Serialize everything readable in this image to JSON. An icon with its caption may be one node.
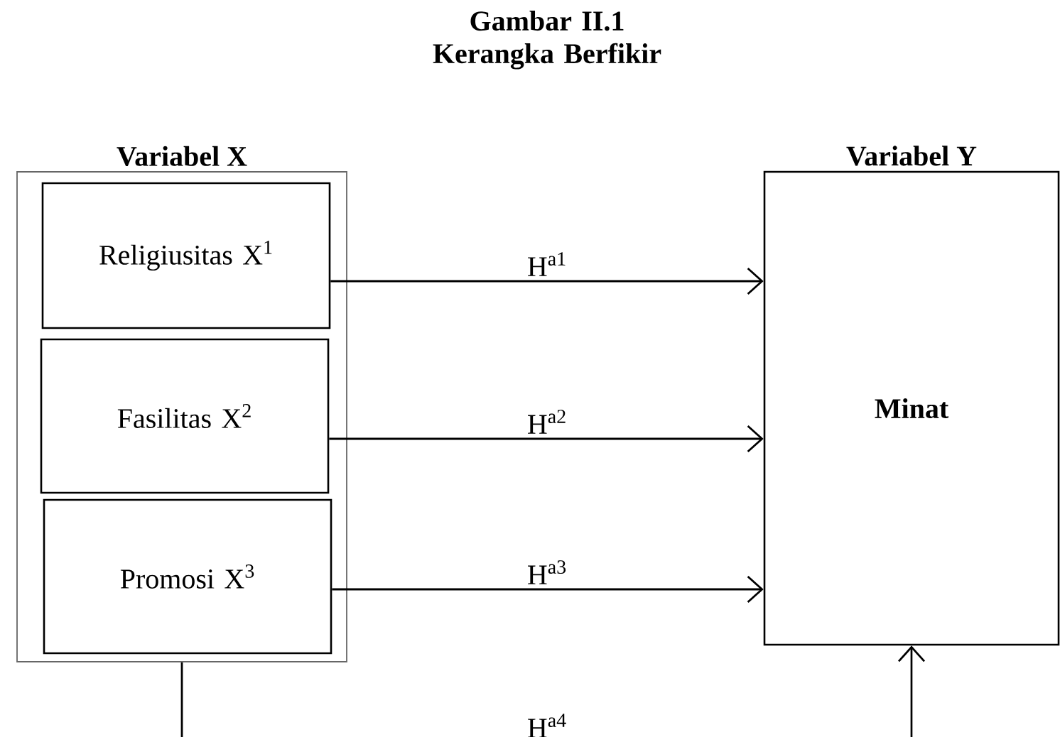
{
  "diagram": {
    "title": "Gambar II.1 Kerangka Berfikir",
    "nodes": [
      {
        "text": [
          "Variabel X"
        ]
      },
      {
        "text": [
          "Religiusitas X$^{1}$"
        ],
        "in": 0
      },
      {
        "text": [
          "Fasilitas X$^{2}$"
        ],
        "in": 0
      },
      {
        "text": [
          "Promosi X$^{3}$"
        ],
        "in": 0
      },
      {
        "text": [
          "Variabel Y",
          "Minat"
        ]
      }
    ],
    "edges": [
      {
        "from": 1,
        "to": 4,
        "arrow": "to",
        "label": "H$^{a1}$"
      },
      {
        "from": 2,
        "to": 4,
        "arrow": "to",
        "label": "H$^{a2}$"
      },
      {
        "from": 3,
        "to": 4,
        "arrow": "to",
        "label": "H$^{a3}$"
      },
      {
        "from": 0,
        "to": 4,
        "arrow": "to",
        "label": "H$^{a4}$"
      }
    ]
  }
}
